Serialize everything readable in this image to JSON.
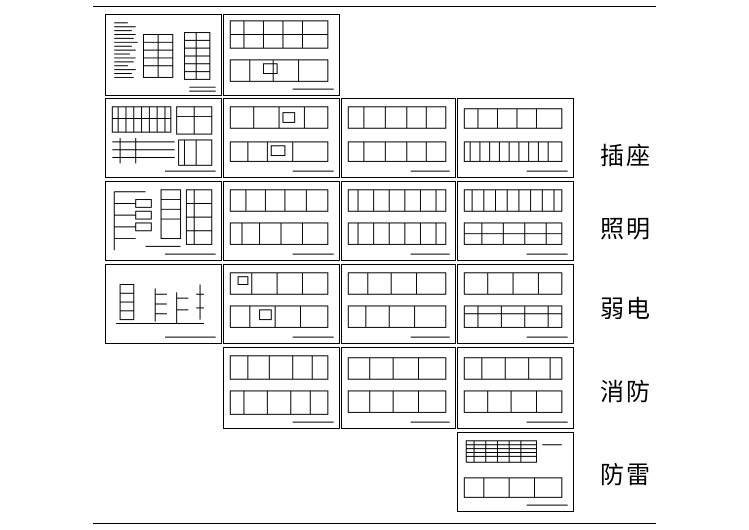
{
  "labels": {
    "sockets": "插座",
    "lighting": "照明",
    "low_voltage": "弱电",
    "fire": "消防",
    "lightning": "防雷"
  },
  "colors": {
    "line": "#000000",
    "background": "#ffffff"
  }
}
